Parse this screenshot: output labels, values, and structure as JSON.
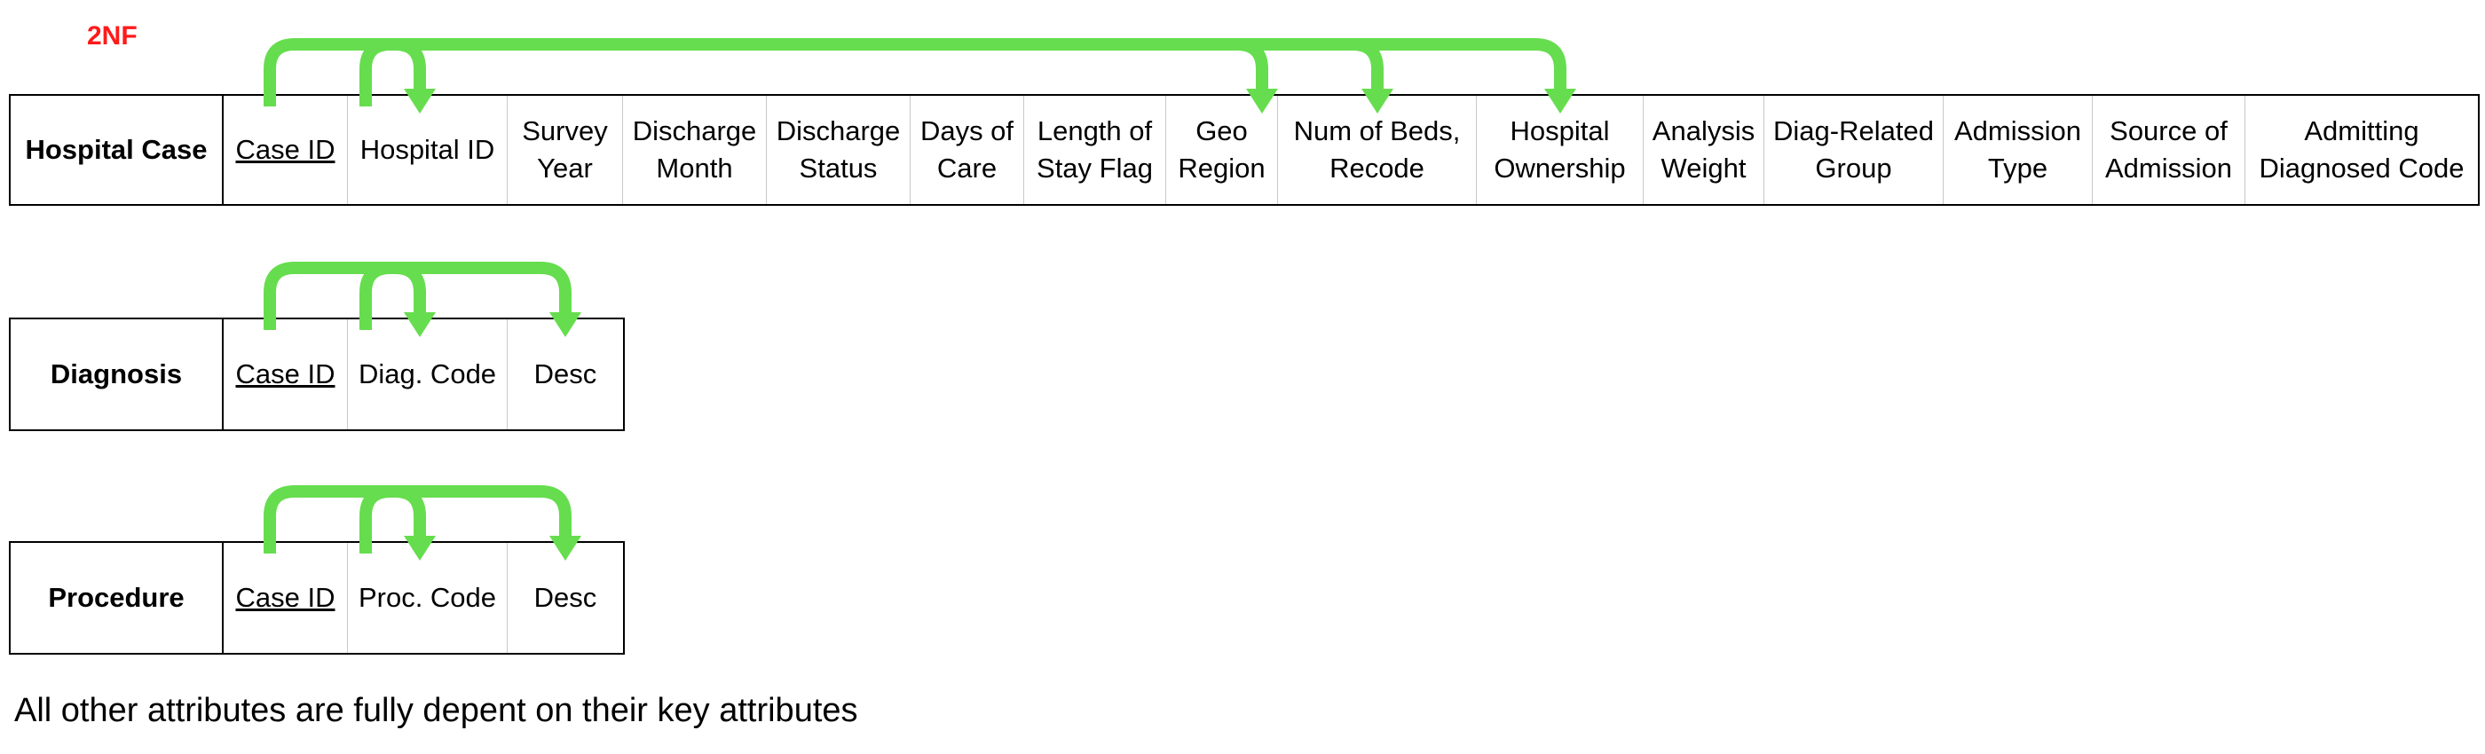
{
  "heading": "2NF",
  "footnote": "All other attributes are fully depent on their key attributes",
  "colors": {
    "arrow": "#66dd4e",
    "heading": "#ff1a1a",
    "border": "#000000"
  },
  "relations": [
    {
      "name": "Hospital Case",
      "attributes": [
        {
          "label": "Case ID",
          "key": true
        },
        {
          "label": "Hospital ID",
          "key": false
        },
        {
          "label": "Survey Year",
          "key": false
        },
        {
          "label": "Discharge Month",
          "key": false
        },
        {
          "label": "Discharge Status",
          "key": false
        },
        {
          "label": "Days of Care",
          "key": false
        },
        {
          "label": "Length of Stay Flag",
          "key": false
        },
        {
          "label": "Geo Region",
          "key": false
        },
        {
          "label": "Num of Beds, Recode",
          "key": false
        },
        {
          "label": "Hospital Ownership",
          "key": false
        },
        {
          "label": "Analysis Weight",
          "key": false
        },
        {
          "label": "Diag-Related Group",
          "key": false
        },
        {
          "label": "Admission Type",
          "key": false
        },
        {
          "label": "Source of Admission",
          "key": false
        },
        {
          "label": "Admitting Diagnosed Code",
          "key": false
        }
      ],
      "dependencies": [
        {
          "from": 0,
          "to": [
            1
          ]
        },
        {
          "from": 1,
          "to": [
            7,
            8,
            9
          ]
        }
      ]
    },
    {
      "name": "Diagnosis",
      "attributes": [
        {
          "label": "Case ID",
          "key": true
        },
        {
          "label": "Diag. Code",
          "key": false
        },
        {
          "label": "Desc",
          "key": false
        }
      ],
      "dependencies": [
        {
          "from": 0,
          "to": [
            1
          ]
        },
        {
          "from": 1,
          "to": [
            2
          ]
        }
      ]
    },
    {
      "name": "Procedure",
      "attributes": [
        {
          "label": "Case ID",
          "key": true
        },
        {
          "label": "Proc. Code",
          "key": false
        },
        {
          "label": "Desc",
          "key": false
        }
      ],
      "dependencies": [
        {
          "from": 0,
          "to": [
            1
          ]
        },
        {
          "from": 1,
          "to": [
            2
          ]
        }
      ]
    }
  ]
}
